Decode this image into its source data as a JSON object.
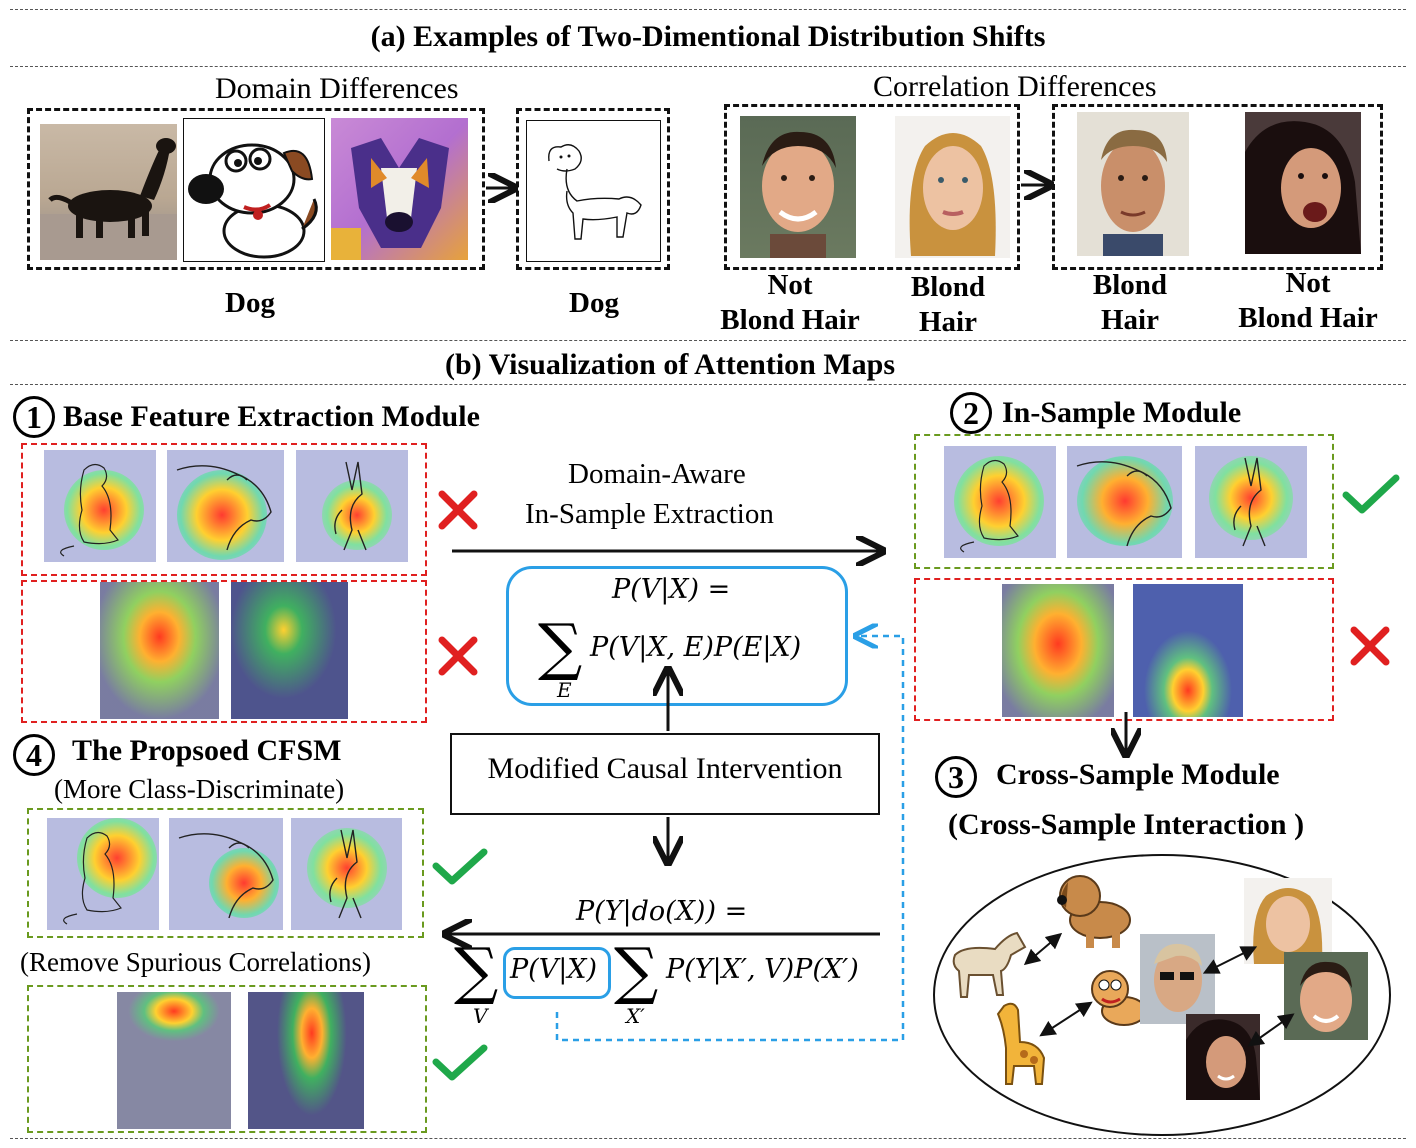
{
  "section_a": {
    "title": "(a) Examples of Two-Dimentional Distribution Shifts",
    "domain_title": "Domain Differences",
    "correlation_title": "Correlation Differences",
    "labels": {
      "dog1": "Dog",
      "dog2": "Dog",
      "face1_line1": "Not",
      "face1_line2": "Blond Hair",
      "face2_line1": "Blond",
      "face2_line2": "Hair",
      "face3_line1": "Blond",
      "face3_line2": "Hair",
      "face4_line1": "Not",
      "face4_line2": "Blond Hair"
    }
  },
  "section_b": {
    "title": "(b) Visualization of  Attention Maps",
    "module1": {
      "number": "1",
      "title": "Base Feature Extraction Module"
    },
    "module2": {
      "number": "2",
      "title": "In-Sample Module"
    },
    "module3": {
      "number": "3",
      "title": "Cross-Sample Module",
      "subtitle": "(Cross-Sample Interaction )"
    },
    "module4": {
      "number": "4",
      "title": "The Propsoed CFSM",
      "subtitle1": "(More Class-Discriminate)",
      "subtitle2": "(Remove Spurious Correlations)"
    },
    "arrow_label_line1": "Domain-Aware",
    "arrow_label_line2": "In-Sample Extraction",
    "intervention_box": "Modified Causal Intervention",
    "formula1_top": "P(V|X) =",
    "formula1_body": "P(V|X, E)P(E|X)",
    "formula1_sum_index": "E",
    "formula2_top": "P(Y|do(X)) =",
    "formula2_term1": "P(V|X)",
    "formula2_term2": "P(Y|X′, V)P(X′)",
    "formula2_sum1_index": "V",
    "formula2_sum2_index": "X′"
  },
  "icons": [
    "cross-icon",
    "check-icon",
    "arrow-icon"
  ],
  "colors": {
    "red_border": "#e02020",
    "green_border": "#6a9a1f",
    "blue_accent": "#2a9fe6",
    "check": "#1fa84a",
    "cross": "#e02020"
  }
}
